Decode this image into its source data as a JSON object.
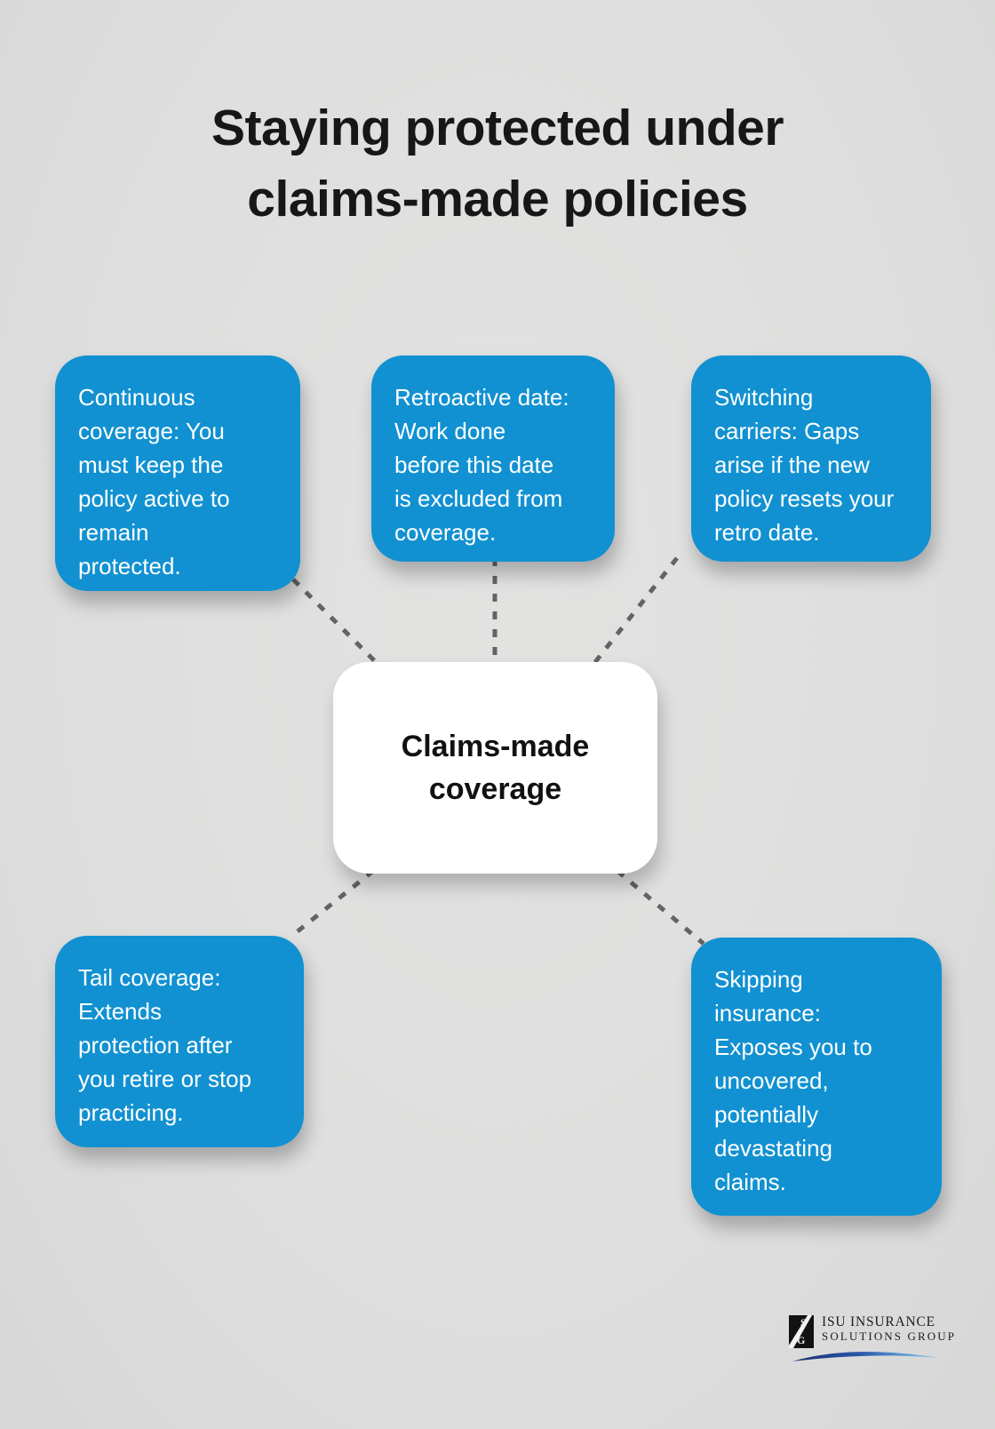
{
  "title": {
    "line1": "Staying protected under",
    "line2": "claims-made policies"
  },
  "center_node": {
    "label": "Claims-made\ncoverage"
  },
  "nodes": [
    {
      "id": "continuous-coverage",
      "text": "Continuous\ncoverage: You\nmust keep the\npolicy active to\nremain\nprotected."
    },
    {
      "id": "retroactive-date",
      "text": "Retroactive date:\nWork done\nbefore this date\nis excluded from\ncoverage."
    },
    {
      "id": "switching-carriers",
      "text": "Switching\ncarriers: Gaps\narise if the new\npolicy resets your\nretro date."
    },
    {
      "id": "tail-coverage",
      "text": "Tail coverage:\nExtends\nprotection after\nyou retire or stop\npracticing."
    },
    {
      "id": "skipping-insurance",
      "text": "Skipping\ninsurance:\nExposes you to\nuncovered,\npotentially\ndevastating\nclaims."
    }
  ],
  "logo": {
    "line1": "ISU INSURANCE",
    "line2": "SOLUTIONS GROUP",
    "mark_letters": "S G"
  },
  "colors": {
    "background": "#dedfde",
    "node_blue": "#1191d1",
    "node_text": "#ffffff",
    "center_bg": "#ffffff",
    "center_text": "#111111",
    "connector_gray": "#636363",
    "title_text": "#171717",
    "swoosh_navy": "#1c2c6e",
    "swoosh_light_blue": "#8fd0f0"
  }
}
